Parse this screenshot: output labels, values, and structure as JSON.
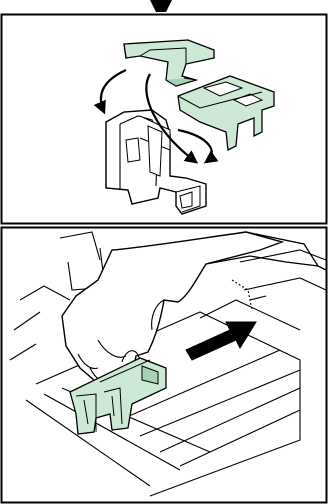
{
  "figure": {
    "style": "instruction-manual line art",
    "colors": {
      "line": "#000000",
      "background": "#ffffff",
      "highlight": "#cde8d5",
      "highlight_dark": "#a8d2b4",
      "arrow": "#000000"
    },
    "panels": [
      {
        "id": "top",
        "depicts": [
          "green-stopper-part",
          "green-guide-part",
          "curved-arrow-left",
          "curved-arrow-right",
          "white-housing"
        ]
      },
      {
        "id": "bottom",
        "depicts": [
          "hand",
          "green-stopper-in-tray",
          "slide-direction-arrow",
          "paper-tray"
        ]
      }
    ]
  }
}
